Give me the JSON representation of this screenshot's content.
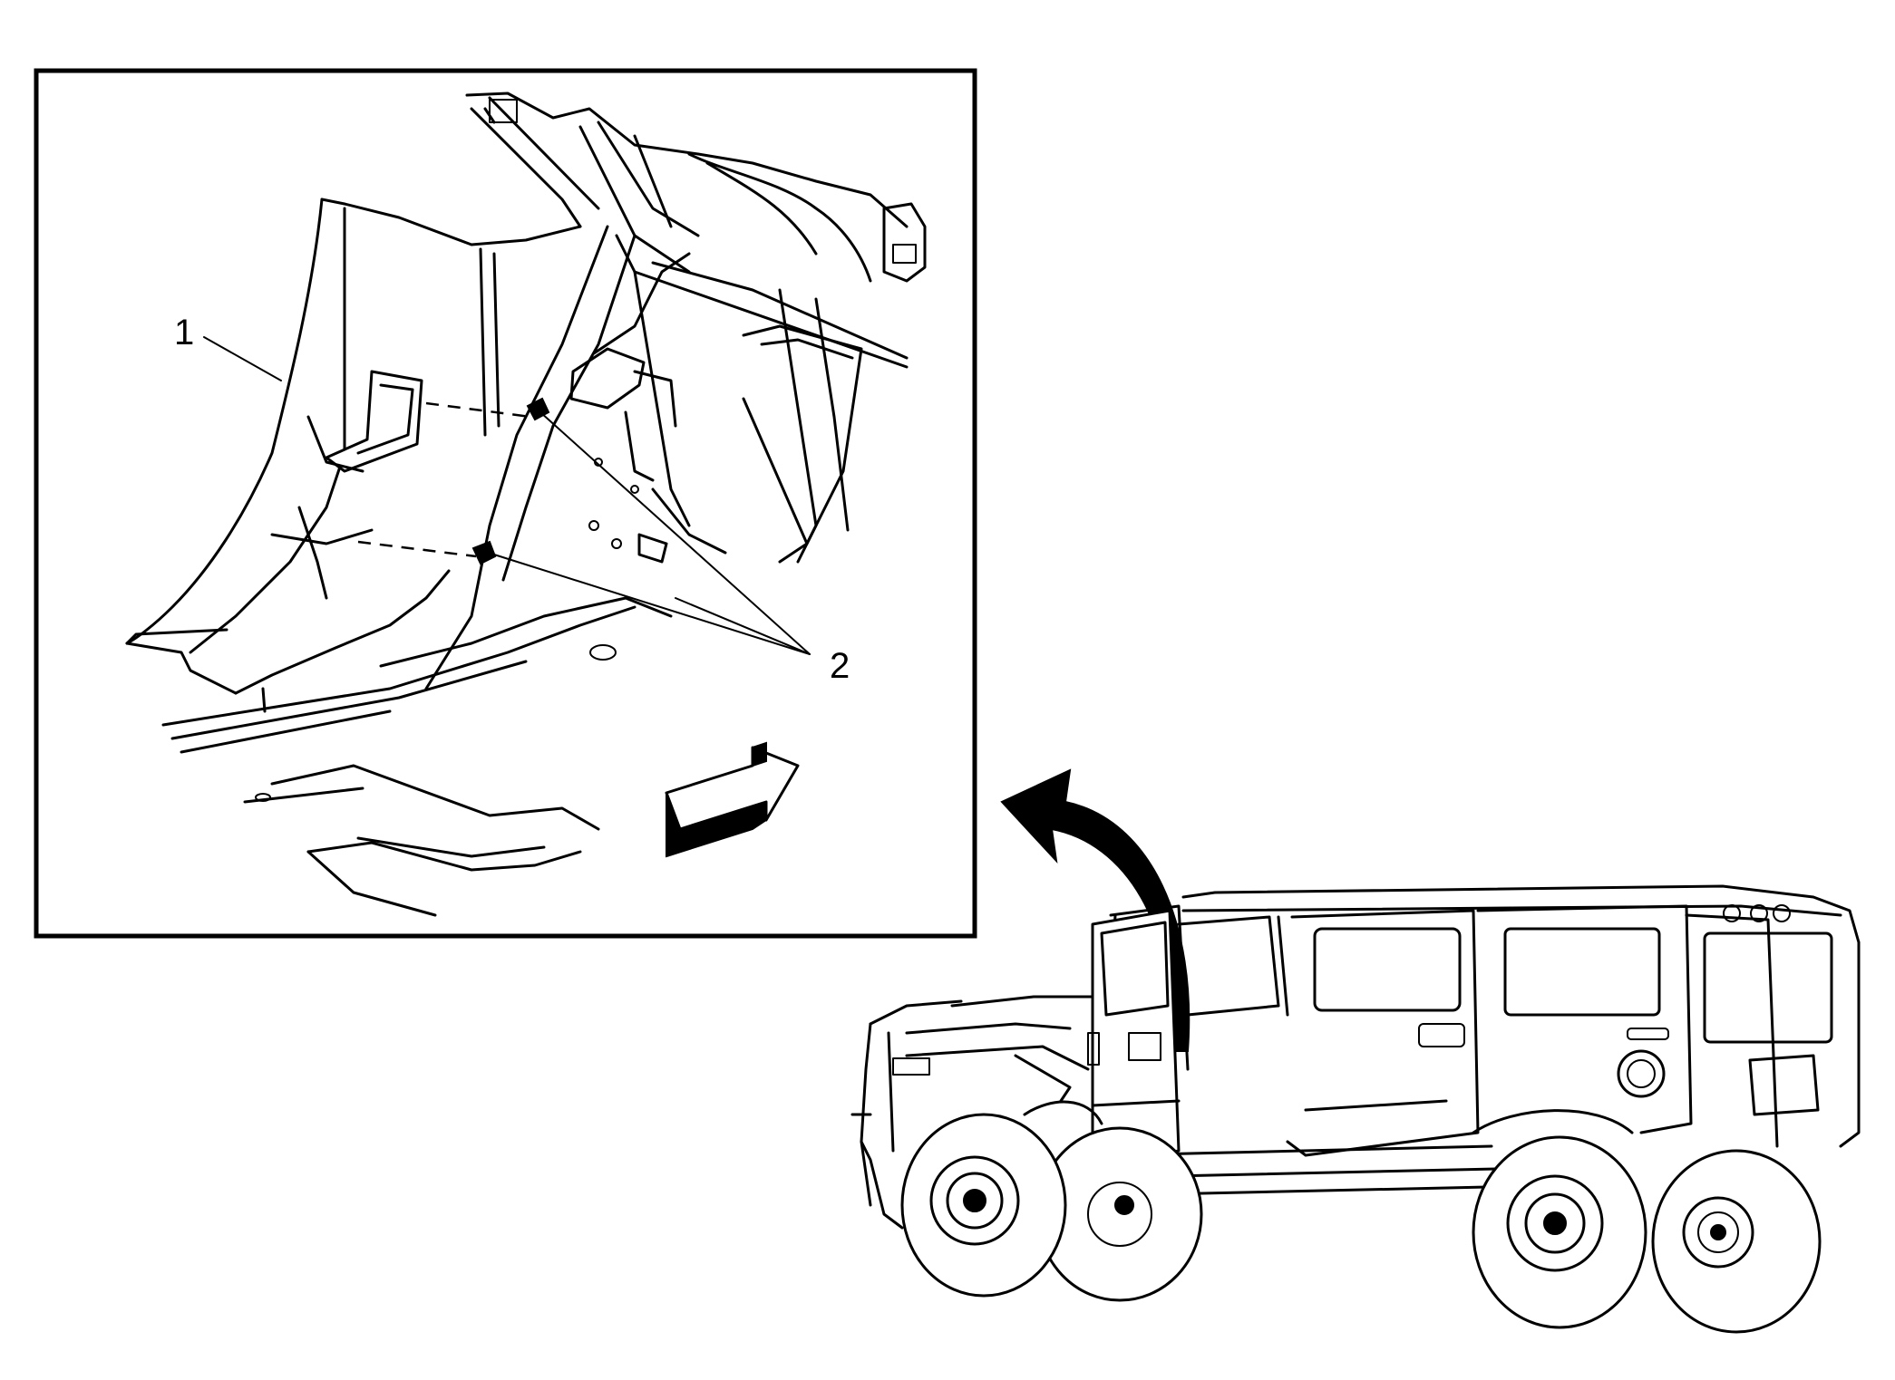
{
  "diagram": {
    "callouts": [
      {
        "id": "1",
        "label": "1"
      },
      {
        "id": "2",
        "label": "2"
      }
    ],
    "colors": {
      "line": "#000000",
      "background": "#ffffff"
    },
    "icons": [
      "view-direction-arrow-icon",
      "locator-arrow-icon",
      "vehicle-outline-icon"
    ]
  }
}
